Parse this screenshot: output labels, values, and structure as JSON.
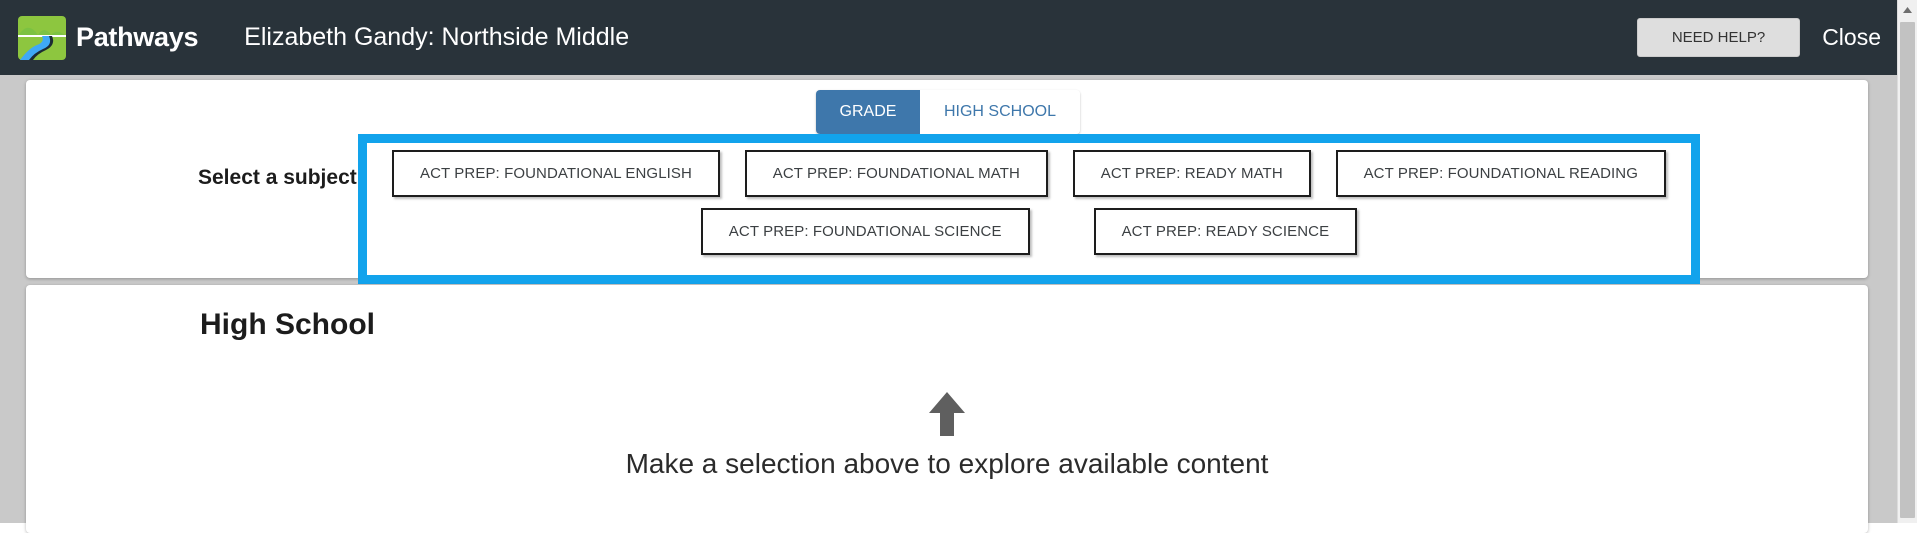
{
  "header": {
    "brand_name": "Pathways",
    "logo_icon": "pathways-river-hills-logo",
    "page_context": "Elizabeth Gandy: Northside Middle",
    "need_help_label": "NEED HELP?",
    "close_label": "Close",
    "background_color": "#29333a"
  },
  "selector_panel": {
    "toggle": {
      "options": [
        {
          "label": "GRADE",
          "active": true
        },
        {
          "label": "HIGH SCHOOL",
          "active": false
        }
      ],
      "active_color": "#3e77ab",
      "inactive_text_color": "#3e77ab"
    },
    "select_label": "Select a subject",
    "highlight": {
      "color": "#12a3ec",
      "name": "subject-buttons-highlight"
    },
    "subject_rows": [
      [
        "ACT PREP: FOUNDATIONAL ENGLISH",
        "ACT PREP: FOUNDATIONAL MATH",
        "ACT PREP: READY MATH",
        "ACT PREP: FOUNDATIONAL READING"
      ],
      [
        "ACT PREP: FOUNDATIONAL SCIENCE",
        "ACT PREP: READY SCIENCE"
      ]
    ]
  },
  "content_panel": {
    "section_title": "High School",
    "empty_state": {
      "icon": "up-arrow-icon",
      "message": "Make a selection above to explore available content"
    }
  },
  "scrollbar": {
    "up_arrow_icon": "scroll-up-arrow-icon",
    "thumb_name": "scrollbar-thumb"
  }
}
